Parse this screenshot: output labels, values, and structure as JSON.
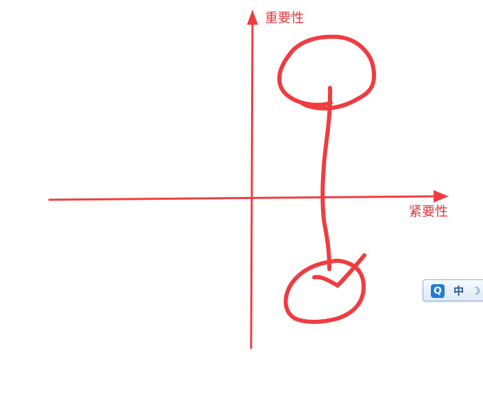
{
  "diagram": {
    "y_axis_label": "重要性",
    "x_axis_label": "紧要性",
    "ink_color": "#f03c40"
  },
  "ime_toolbar": {
    "logo": "Q",
    "mode": "中",
    "moon_icon": "☽"
  }
}
